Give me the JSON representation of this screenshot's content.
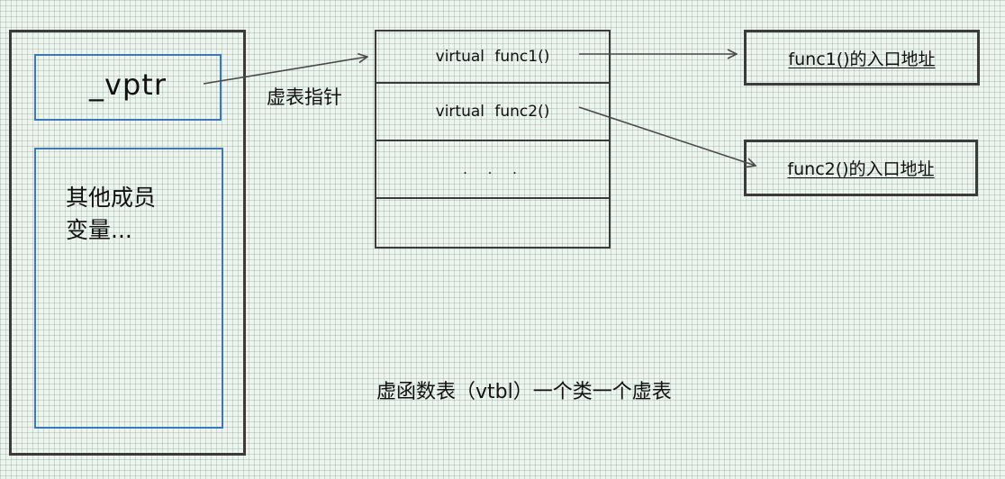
{
  "object": {
    "vptr_label": "_vptr",
    "members_label": "其他成员\n变量..."
  },
  "vptr_caption": "虚表指针",
  "vtable": {
    "rows": [
      "virtual  func1()",
      "virtual  func2()",
      ". . .",
      ""
    ],
    "caption": "虚函数表（vtbl）一个类一个虚表"
  },
  "entries": [
    {
      "label": "func1()的入口地址"
    },
    {
      "label": "func2()的入口地址"
    }
  ],
  "colors": {
    "outline": "#3b3b3b",
    "inner_box": "#3b78b8",
    "arrow": "#4a4a4a"
  }
}
